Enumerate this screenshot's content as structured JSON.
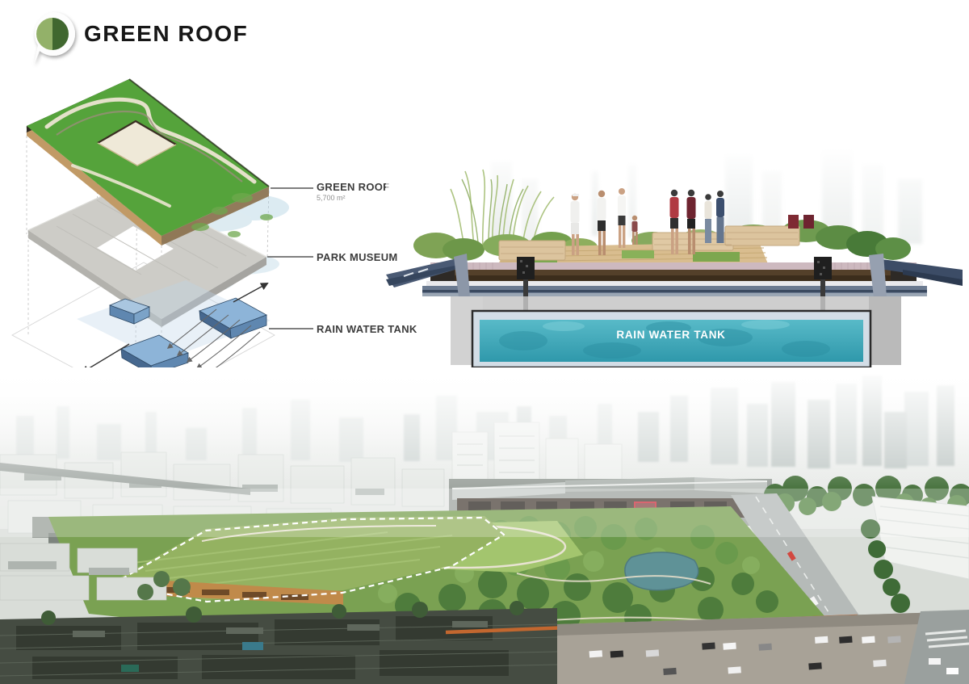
{
  "colors": {
    "logo-green-light": "#93b169",
    "logo-green-dark": "#40672f",
    "roof-green": "#55a33b",
    "lawn-green": "#a3c56e",
    "water-teal": "#3fa9bc",
    "tank-blue": "#8db4d8",
    "label-dark": "#3c3c3c",
    "fence-orange": "#c2672f"
  },
  "header": {
    "title": "GREEN ROOF",
    "logo_icon": "speech-bubble-with-two-tone-green-circle"
  },
  "exploded_diagram": {
    "labels": [
      {
        "title": "GREEN ROOF",
        "subtitle": "5,700 m²"
      },
      {
        "title": "PARK MUSEUM",
        "subtitle": ""
      },
      {
        "title": "RAIN WATER TANK",
        "subtitle": ""
      }
    ],
    "layers": [
      "green-roof",
      "park-museum",
      "rain-water-tank"
    ]
  },
  "section_diagram": {
    "tank_label": "RAIN WATER TANK"
  }
}
